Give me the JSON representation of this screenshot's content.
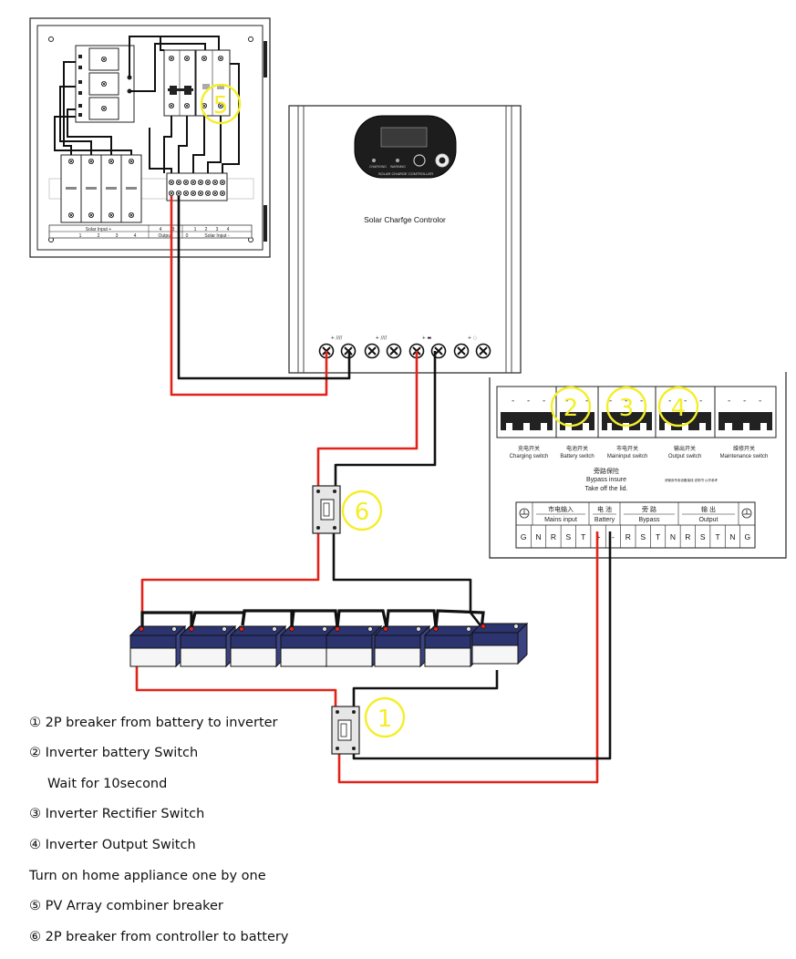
{
  "controller": {
    "title": "Solar  Charfge Controlor",
    "display_label": "SOLAR CHARGE CONTROLLER",
    "indicator_charging": "CHARGING",
    "indicator_warning": "WARNING",
    "terminal_marks": [
      "+ ////",
      "+ ////",
      "+ ▬",
      "+ ◌"
    ]
  },
  "combiner_box": {
    "strip_left": [
      "Solar Input +",
      "1",
      "2",
      "3",
      "4"
    ],
    "strip_right": [
      "4",
      "3",
      "Output",
      "0",
      "1",
      "2",
      "3",
      "4",
      "Solar Input -"
    ]
  },
  "inverter": {
    "switches": [
      {
        "cn": "充电开关",
        "en": "Charging switch"
      },
      {
        "cn": "电池开关",
        "en": "Battery switch"
      },
      {
        "cn": "市电开关",
        "en": "Maininput switch"
      },
      {
        "cn": "输出开关",
        "en": "Output switch"
      },
      {
        "cn": "维修开关",
        "en": "Maintenance switch"
      }
    ],
    "bypass_cn": "旁路保险",
    "bypass_en": "Bypass insure",
    "bypass_note": "Take off the lid.",
    "fine_print": "请使用专用设备接线 说明书 以作参考",
    "groups": [
      {
        "cn": "市电输入",
        "en": "Mains input"
      },
      {
        "cn": "电  池",
        "en": "Battery"
      },
      {
        "cn": "旁  路",
        "en": "Bypass"
      },
      {
        "cn": "输  出",
        "en": "Output"
      }
    ],
    "terminals": [
      "G",
      "N",
      "R",
      "S",
      "T",
      "+",
      "-",
      "R",
      "S",
      "T",
      "N",
      "R",
      "S",
      "T",
      "N",
      "G"
    ]
  },
  "markers": [
    {
      "id": "1",
      "label": "1"
    },
    {
      "id": "2",
      "label": "2"
    },
    {
      "id": "3",
      "label": "3"
    },
    {
      "id": "4",
      "label": "4"
    },
    {
      "id": "5",
      "label": "5"
    },
    {
      "id": "6",
      "label": "6"
    }
  ],
  "legend": [
    "① 2P breaker from battery to inverter",
    "② Inverter battery Switch",
    "Wait for 10second",
    "③ Inverter Rectifier Switch",
    "④ Inverter Output Switch",
    "Turn on home appliance one by one",
    "⑤ PV Array combiner breaker",
    "⑥ 2P breaker from controller to battery"
  ],
  "colors": {
    "positive_wire": "#e2231a",
    "negative_wire": "#111111",
    "marker": "#f4ee2a",
    "battery_body": "#2c3470"
  }
}
